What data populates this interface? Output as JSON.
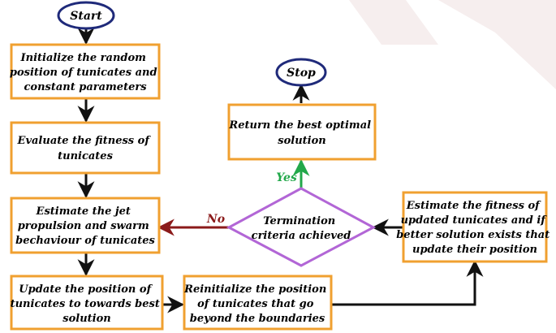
{
  "terminals": {
    "start": "Start",
    "stop": "Stop"
  },
  "steps": {
    "initialize": [
      "Initialize  the random",
      "position of tunicates and",
      "constant parameters"
    ],
    "evaluate": [
      "Evaluate the fitness of",
      "tunicates"
    ],
    "estimate_jet": [
      "Estimate the jet",
      "propulsion and swarm",
      "bechaviour of tunicates"
    ],
    "update_position": [
      "Update the position of",
      "tunicates to towards best",
      "solution"
    ],
    "reinitialize": [
      "Reinitialize the position",
      "of tunicates that go",
      "beyond the boundaries"
    ],
    "estimate_fitness": [
      "Estimate the fitness of",
      "updated tunicates and if",
      "better solution exists that",
      "update their position"
    ],
    "return_best": [
      "Return the best optimal",
      "solution"
    ]
  },
  "decision": {
    "label": [
      "Termination",
      "criteria achieved"
    ],
    "yes_label": "Yes",
    "no_label": "No"
  },
  "colors": {
    "box_border": "#f0a030",
    "terminal_border": "#1f2a7a",
    "decision_border": "#b266d6",
    "arrow_default": "#111111",
    "arrow_yes": "#22a84a",
    "arrow_no": "#8b1a1a",
    "background_shape": "#f6eeee"
  }
}
